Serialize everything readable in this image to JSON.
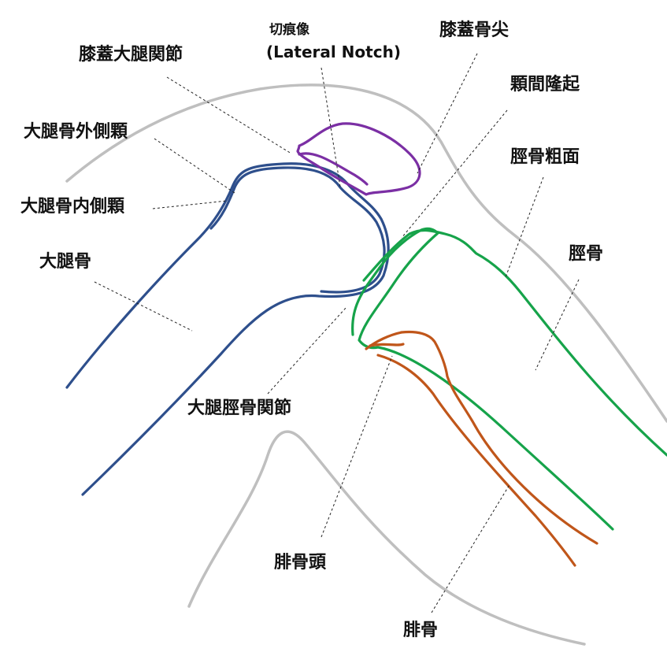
{
  "colors": {
    "femur": "#2e4f8c",
    "patella": "#7b2fa4",
    "tibia": "#16a34a",
    "fibula": "#c0561a",
    "soft_tissue": "#bfbfbf",
    "leader": "#222222",
    "text": "#111111"
  },
  "labels": {
    "patellofemoral_joint": "膝蓋大腿関節",
    "lateral_notch_jp": "切痕像",
    "lateral_notch_en": "(Lateral Notch)",
    "patella_apex": "膝蓋骨尖",
    "intercondylar_eminence": "顆間隆起",
    "lateral_femoral_condyle": "大腿骨外側顆",
    "tibial_tuberosity": "脛骨粗面",
    "medial_femoral_condyle": "大腿骨内側顆",
    "tibia": "脛骨",
    "femur": "大腿骨",
    "tibiofemoral_joint": "大腿脛骨関節",
    "fibular_head": "腓骨頭",
    "fibula": "腓骨"
  }
}
